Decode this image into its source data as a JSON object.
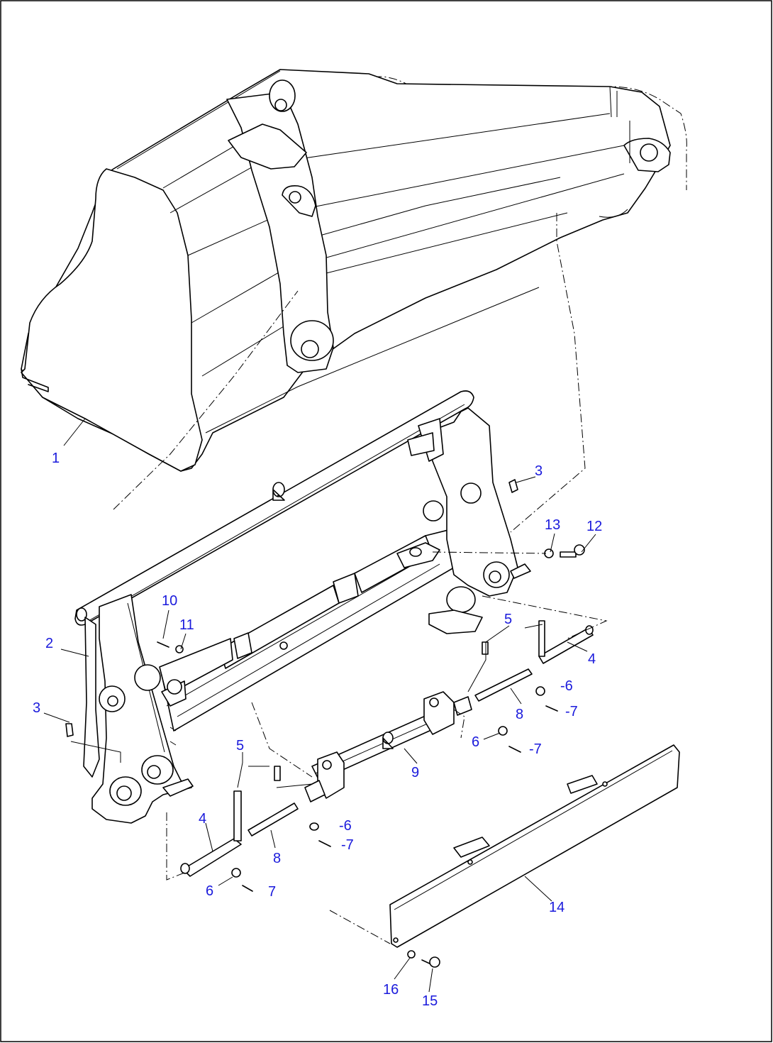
{
  "diagram": {
    "callouts": [
      {
        "id": "c1",
        "text": "1"
      },
      {
        "id": "c2",
        "text": "2"
      },
      {
        "id": "c3a",
        "text": "3"
      },
      {
        "id": "c3b",
        "text": "3"
      },
      {
        "id": "c4a",
        "text": "4"
      },
      {
        "id": "c4b",
        "text": "4"
      },
      {
        "id": "c5a",
        "text": "5"
      },
      {
        "id": "c5b",
        "text": "5"
      },
      {
        "id": "c6a",
        "text": "6"
      },
      {
        "id": "c6b",
        "text": "6"
      },
      {
        "id": "c6c",
        "text": "-6"
      },
      {
        "id": "c6d",
        "text": "-6"
      },
      {
        "id": "c7a",
        "text": "7"
      },
      {
        "id": "c7b",
        "text": "-7"
      },
      {
        "id": "c7c",
        "text": "-7"
      },
      {
        "id": "c7d",
        "text": "-7"
      },
      {
        "id": "c8a",
        "text": "8"
      },
      {
        "id": "c8b",
        "text": "8"
      },
      {
        "id": "c9",
        "text": "9"
      },
      {
        "id": "c10",
        "text": "10"
      },
      {
        "id": "c11",
        "text": "11"
      },
      {
        "id": "c12",
        "text": "12"
      },
      {
        "id": "c13",
        "text": "13"
      },
      {
        "id": "c14",
        "text": "14"
      },
      {
        "id": "c15",
        "text": "15"
      },
      {
        "id": "c16",
        "text": "16"
      }
    ],
    "colors": {
      "callout": "#1a1adc",
      "line": "#000000",
      "background": "#ffffff"
    }
  }
}
